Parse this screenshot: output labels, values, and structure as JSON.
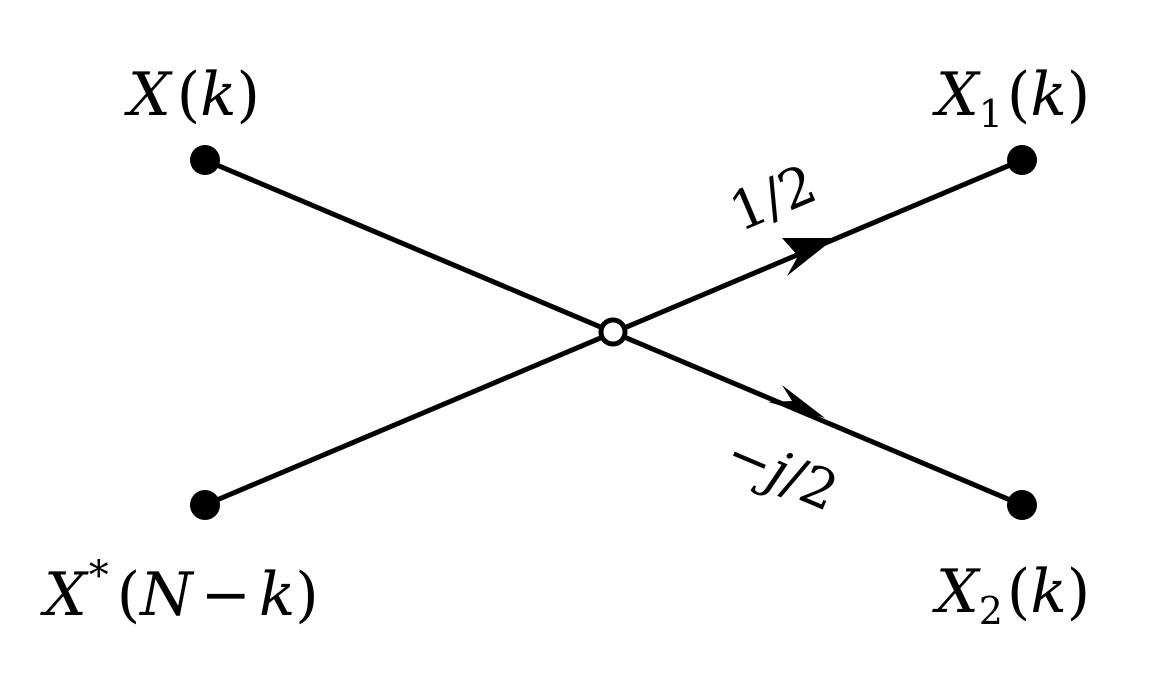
{
  "nodes": {
    "input_top": {
      "label_main": "X",
      "label_paren_open": "(",
      "label_arg": "k",
      "label_paren_close": ")"
    },
    "input_bottom": {
      "label_main": "X",
      "label_sup": "*",
      "label_paren_open": "(",
      "label_arg_n": "N",
      "label_minus": "−",
      "label_arg_k": "k",
      "label_paren_close": ")"
    },
    "output_top": {
      "label_main": "X",
      "label_sub": "1",
      "label_paren_open": "(",
      "label_arg": "k",
      "label_paren_close": ")"
    },
    "output_bottom": {
      "label_main": "X",
      "label_sub": "2",
      "label_paren_open": "(",
      "label_arg": "k",
      "label_paren_close": ")"
    }
  },
  "branches": {
    "upper": {
      "gain": "1/2"
    },
    "lower": {
      "gain_prefix": "−",
      "gain_var": "j",
      "gain_rest": "/2"
    }
  },
  "colors": {
    "line": "#000000",
    "node_fill": "#000000",
    "junction_fill": "#ffffff"
  }
}
